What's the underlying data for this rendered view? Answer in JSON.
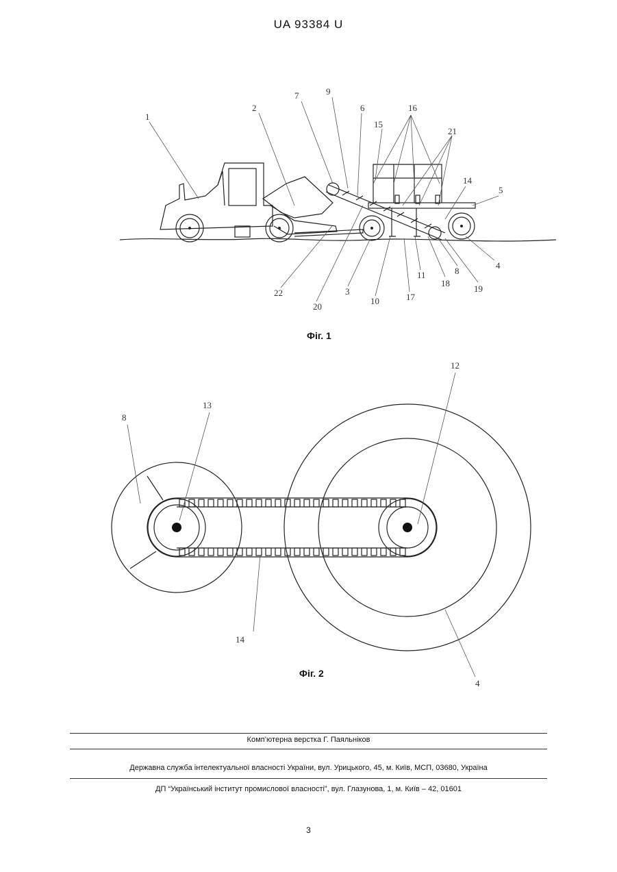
{
  "header": {
    "patent_number": "UA   93384   U"
  },
  "figure1": {
    "caption": "Фіг. 1",
    "labels": [
      "1",
      "2",
      "7",
      "9",
      "6",
      "16",
      "15",
      "21",
      "14",
      "5",
      "4",
      "19",
      "8",
      "18",
      "11",
      "17",
      "10",
      "3",
      "20",
      "22"
    ]
  },
  "figure2": {
    "caption": "Фіг. 2",
    "labels": [
      "8",
      "13",
      "12",
      "14",
      "4"
    ]
  },
  "footer": {
    "typesetting": "Комп’ютерна верстка Г. Паяльніков",
    "agency": "Державна служба інтелектуальної власності України, вул. Урицького, 45, м. Київ, МСП, 03680, Україна",
    "institute": "ДП “Український інститут промислової власності”, вул. Глазунова, 1, м. Київ – 42, 01601"
  },
  "page_number": "3"
}
